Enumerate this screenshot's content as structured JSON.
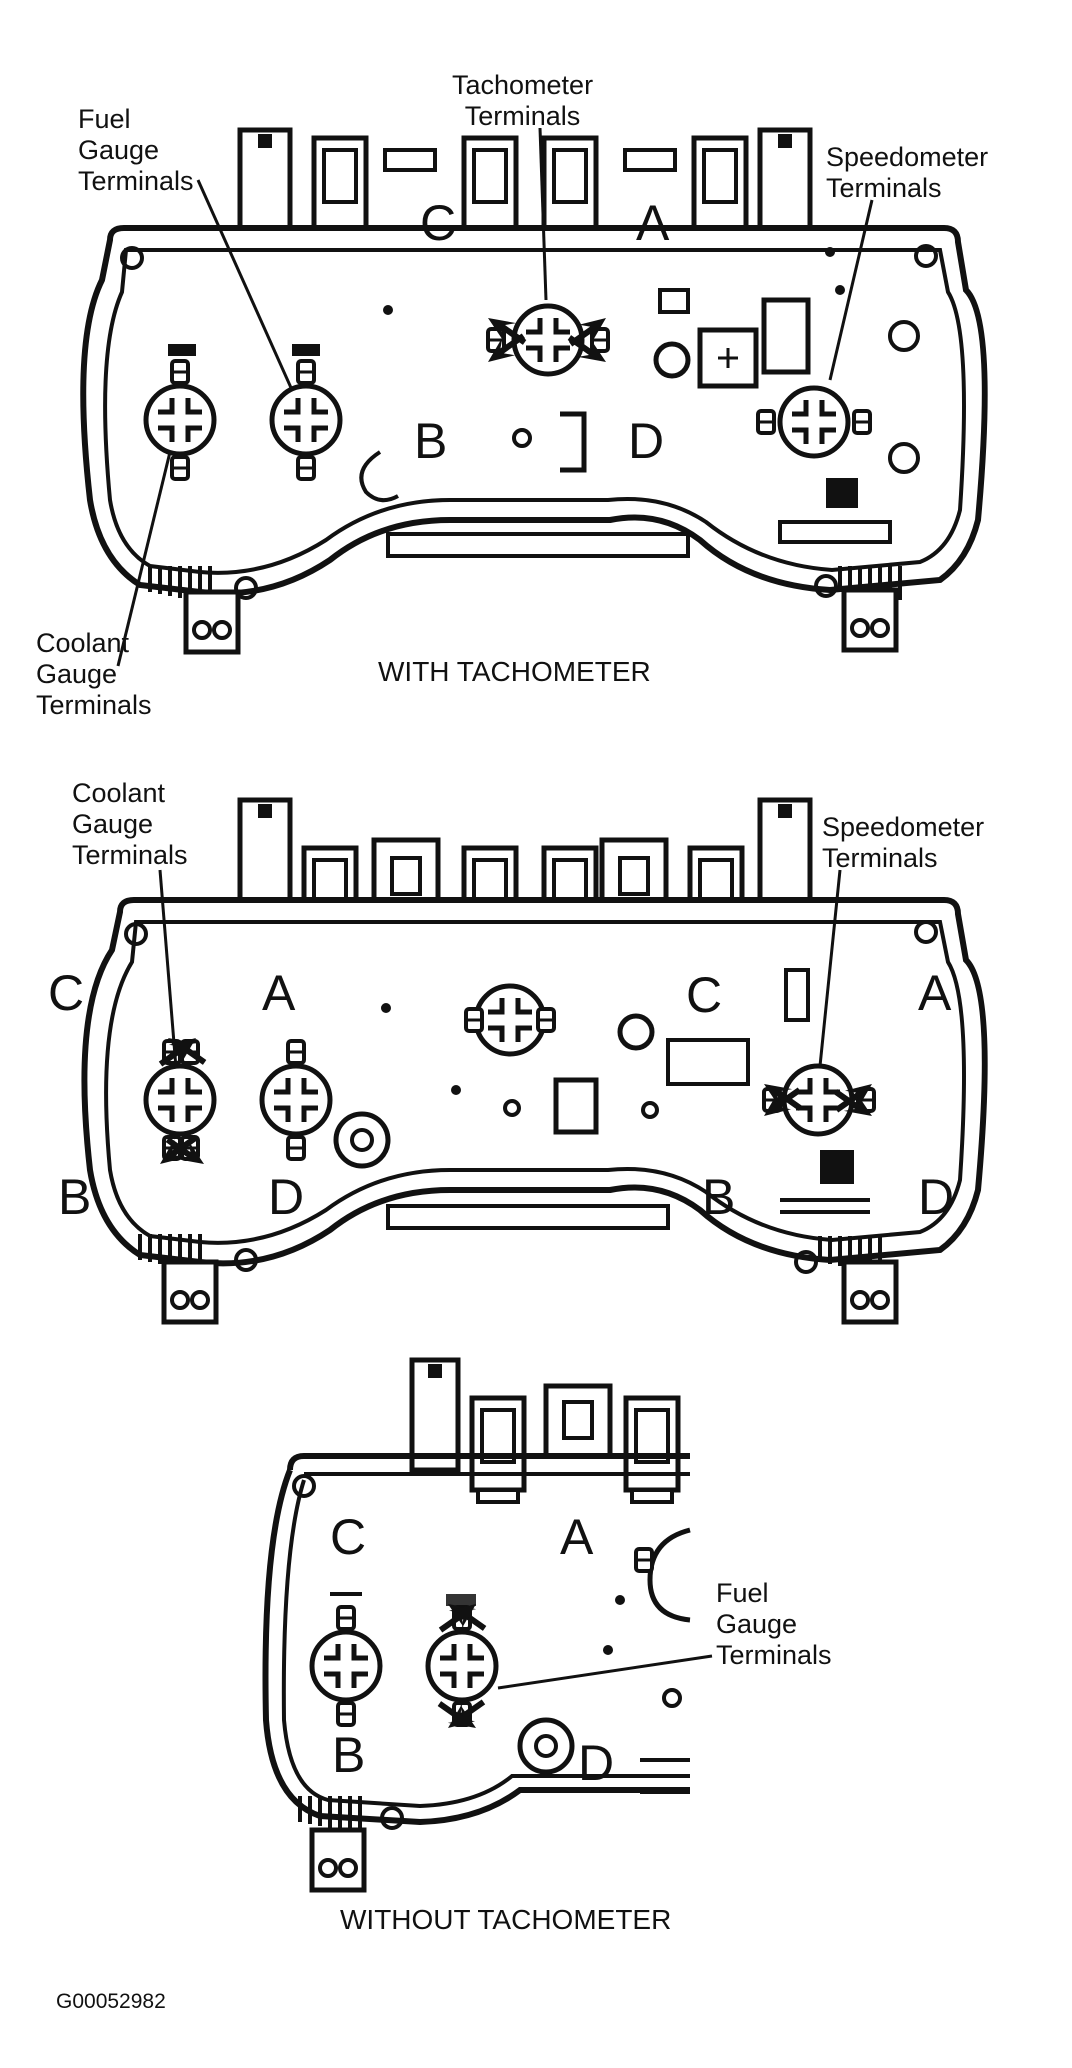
{
  "panel_with_tach": {
    "caption": "WITH TACHOMETER",
    "labels": {
      "fuel": [
        "Fuel",
        "Gauge",
        "Terminals"
      ],
      "tach": [
        "Tachometer",
        "Terminals"
      ],
      "speedo": [
        "Speedometer",
        "Terminals"
      ],
      "coolant": [
        "Coolant",
        "Gauge",
        "Terminals"
      ]
    },
    "letters": [
      "C",
      "A",
      "B",
      "D"
    ]
  },
  "panel_without_tach_full": {
    "labels": {
      "coolant": [
        "Coolant",
        "Gauge",
        "Terminals"
      ],
      "speedo": [
        "Speedometer",
        "Terminals"
      ]
    },
    "letters": [
      "C",
      "A",
      "B",
      "D",
      "C",
      "A",
      "B",
      "D"
    ]
  },
  "panel_without_tach_detail": {
    "caption": "WITHOUT TACHOMETER",
    "labels": {
      "fuel": [
        "Fuel",
        "Gauge",
        "Terminals"
      ]
    },
    "letters": [
      "C",
      "A",
      "B",
      "D"
    ]
  },
  "figure_id": "G00052982"
}
